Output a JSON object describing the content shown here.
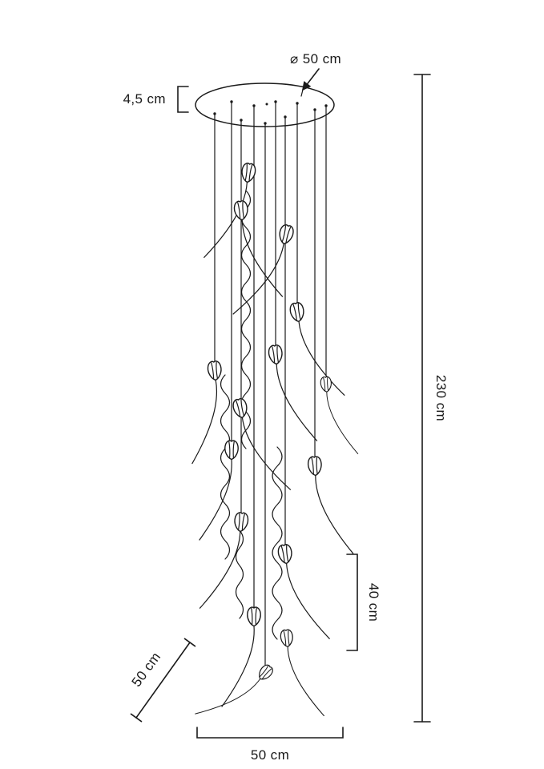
{
  "figure": {
    "name": "tulip-pendant-chandelier-dimension-diagram"
  },
  "dimensions": {
    "canopy_diameter": "⌀ 50 cm",
    "canopy_height": "4,5 cm",
    "total_height": "230 cm",
    "drop_height": "40 cm",
    "spread_depth": "50 cm",
    "spread_width": "50 cm"
  },
  "colors": {
    "line": "#1a1a1a",
    "background": "#ffffff"
  }
}
